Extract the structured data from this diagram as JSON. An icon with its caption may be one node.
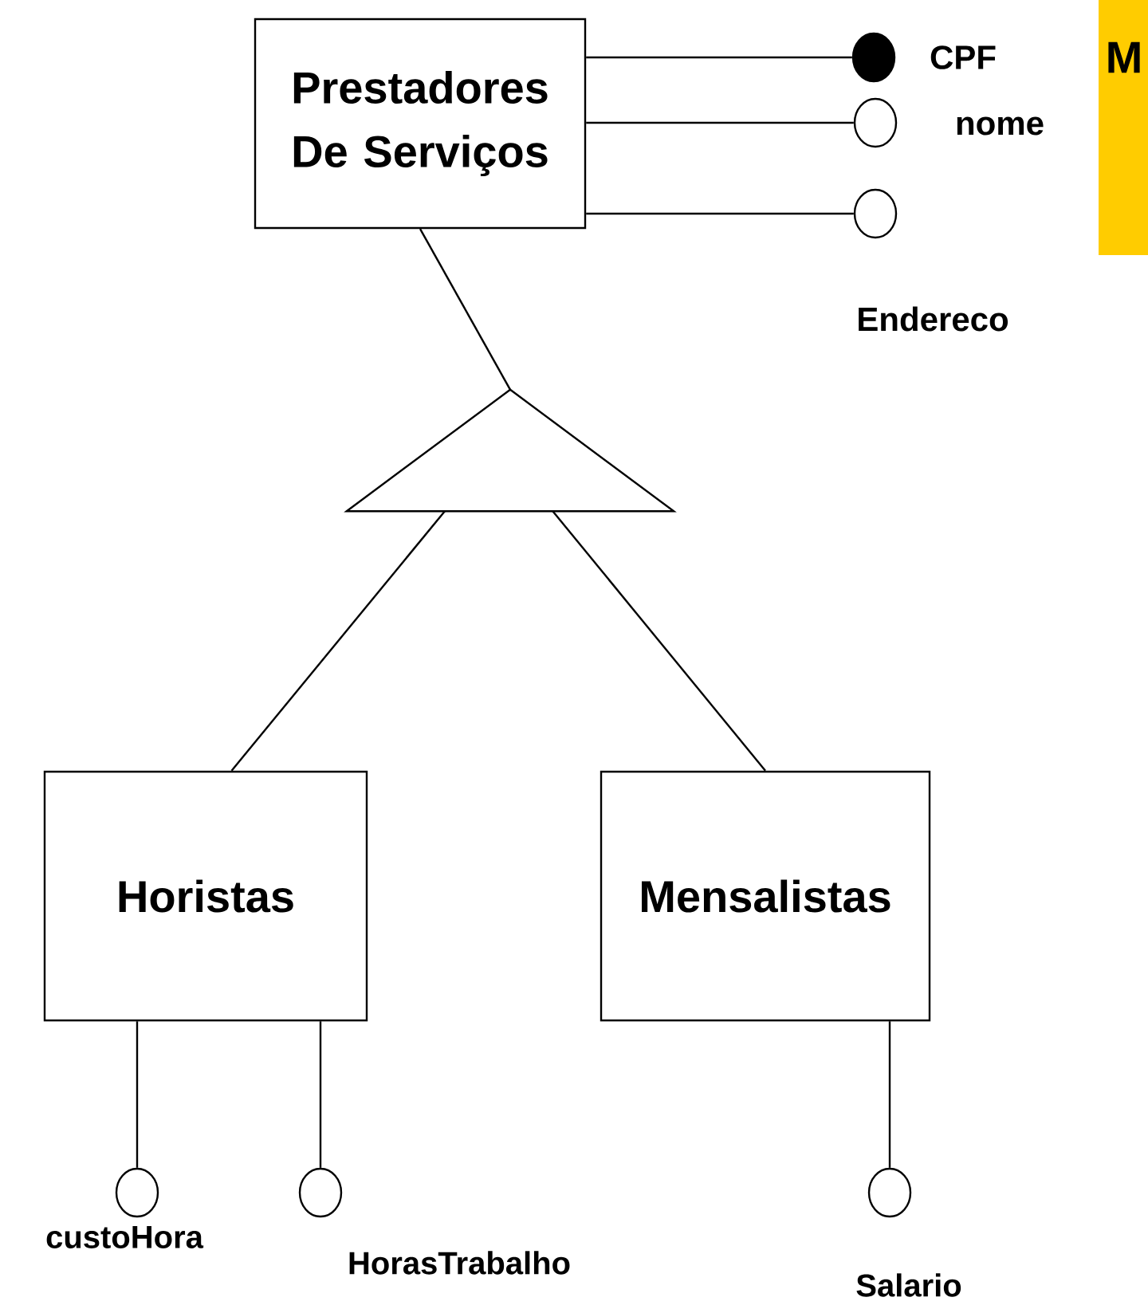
{
  "diagram": {
    "nodes": [
      {
        "text": [
          "Prestadores De Serviços"
        ]
      },
      {
        "text": [],
        "shape": "dot",
        "beside": [
          "CPF"
        ]
      },
      {
        "text": [],
        "shape": "circle",
        "beside": [
          "nome"
        ]
      },
      {
        "text": [],
        "shape": "circle",
        "beside": [
          "Endereco"
        ]
      },
      {
        "text": [
          "M"
        ]
      },
      {
        "text": [],
        "shape": "triangle"
      },
      {
        "text": [
          "Horistas"
        ]
      },
      {
        "text": [
          "Mensalistas"
        ]
      },
      {
        "text": [],
        "shape": "circle",
        "beside": [
          "custoHora"
        ]
      },
      {
        "text": [],
        "shape": "circle",
        "beside": [
          "HorasTrabalho"
        ]
      },
      {
        "text": [],
        "shape": "circle",
        "beside": [
          "Salario"
        ]
      }
    ],
    "edges": [
      {
        "from": 0,
        "to": 1,
        "arrow": "none"
      },
      {
        "from": 0,
        "to": 2,
        "arrow": "none"
      },
      {
        "from": 0,
        "to": 3,
        "arrow": "none"
      },
      {
        "from": 0,
        "to": 5,
        "arrow": "none"
      },
      {
        "from": 5,
        "to": 6,
        "arrow": "none"
      },
      {
        "from": 5,
        "to": 7,
        "arrow": "none"
      },
      {
        "from": 6,
        "to": 8,
        "arrow": "none"
      },
      {
        "from": 6,
        "to": 9,
        "arrow": "none"
      },
      {
        "from": 7,
        "to": 10,
        "arrow": "none"
      }
    ]
  }
}
